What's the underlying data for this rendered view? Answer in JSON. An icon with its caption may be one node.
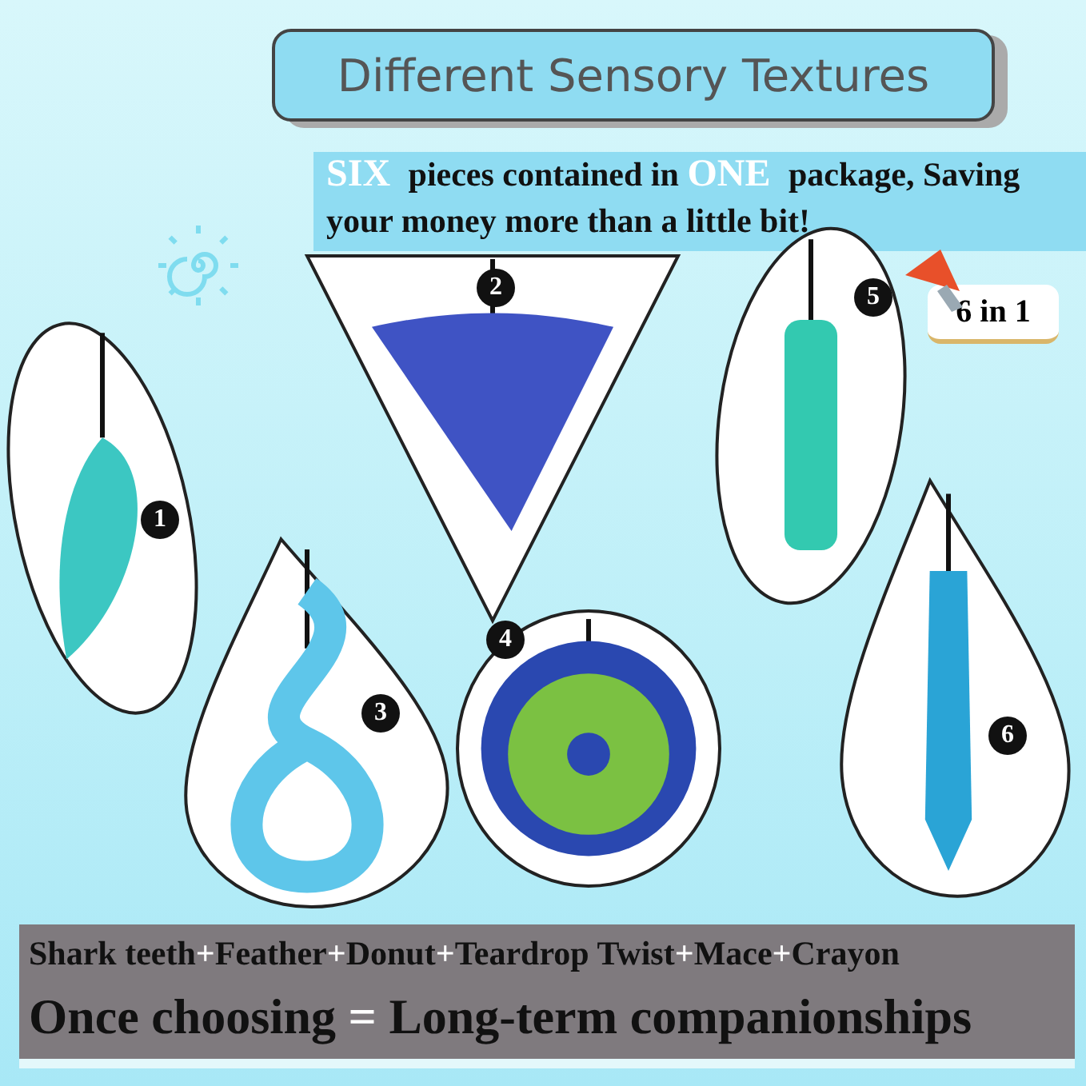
{
  "diagram": {
    "title": "Different Sensory Textures",
    "nodes": [
      {
        "text": [
          "1"
        ]
      },
      {
        "text": [
          "2"
        ]
      },
      {
        "text": [
          "3"
        ]
      },
      {
        "text": [
          "4"
        ]
      },
      {
        "text": [
          "5"
        ]
      },
      {
        "text": [
          "6"
        ]
      }
    ],
    "labels": [
      "**SIX** pieces contained in **ONE** package, Saving your money more than a little bit!",
      "6 in 1",
      "Shark teeth**+**Feather**+**Donut**+**Teardrop Twist**+**Mace**+**Crayon",
      "Once choosing **=** Long-term companionships"
    ]
  }
}
